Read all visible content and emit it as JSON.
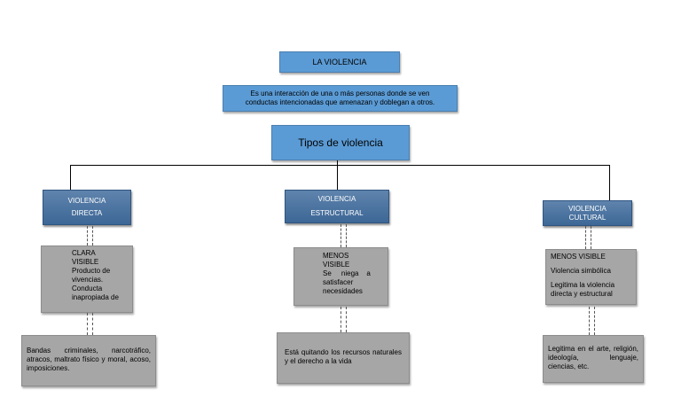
{
  "title": "LA VIOLENCIA",
  "definition": {
    "line1": "Es una interacción de una o  más personas donde se  ven",
    "line2": "conductas  intencionadas que amenazan  y doblegan a otros."
  },
  "types_title": "Tipos de violencia",
  "branches": [
    {
      "header": [
        "VIOLENCIA",
        "DIRECTA"
      ],
      "detail": [
        "CLARA",
        "VISIBLE",
        "Producto de",
        "vivencias.",
        "Conducta",
        "inapropiada de"
      ],
      "example": "Bandas criminales, narcotráfico, atracos, maltrato físico y moral, acoso, imposiciones."
    },
    {
      "header": [
        "VIOLENCIA",
        "ESTRUCTURAL"
      ],
      "detail": [
        "MENOS",
        "VISIBLE",
        "Se     niega    a",
        "satisfacer",
        "necesidades"
      ],
      "example": "Está     quitando   los  recursos naturales y el derecho a la vida"
    },
    {
      "header": [
        "VIOLENCIA",
        "CULTURAL"
      ],
      "detail": [
        "MENOS  VISIBLE",
        "Violencia simbólica",
        "Legitima  la  violencia",
        "directa y estructural"
      ],
      "example": "Legitima    en    el   arte, religión,         ideología, lenguaje, ciencias, etc."
    }
  ]
}
